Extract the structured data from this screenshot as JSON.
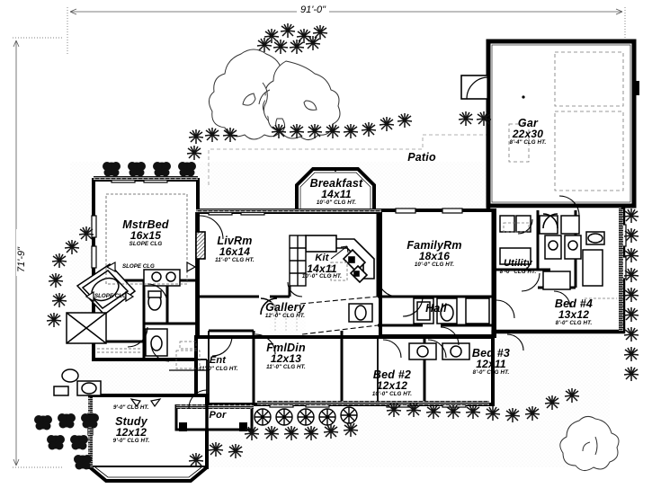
{
  "plan": {
    "title": "residential-floor-plan",
    "overall_width": "91'-0\"",
    "overall_depth": "71'-9\""
  },
  "rooms": [
    {
      "key": "garage",
      "name": "Gar",
      "dim": "22x30",
      "clg": "8'-4\" CLG HT."
    },
    {
      "key": "patio",
      "name": "Patio",
      "dim": "",
      "clg": ""
    },
    {
      "key": "breakfast",
      "name": "Breakfast",
      "dim": "14x11",
      "clg": "10'-0\" CLG HT."
    },
    {
      "key": "mstrbed",
      "name": "MstrBed",
      "dim": "16x15",
      "clg": "SLOPE CLG"
    },
    {
      "key": "livrm",
      "name": "LivRm",
      "dim": "16x14",
      "clg": "11'-0\" CLG HT."
    },
    {
      "key": "kit",
      "name": "Kit",
      "dim": "14x11",
      "clg": "10'-0\" CLG HT."
    },
    {
      "key": "familyrm",
      "name": "FamilyRm",
      "dim": "18x16",
      "clg": "10'-0\" CLG HT."
    },
    {
      "key": "utility",
      "name": "Utility",
      "dim": "",
      "clg": "8'-0\" CLG HT."
    },
    {
      "key": "bed4",
      "name": "Bed #4",
      "dim": "13x12",
      "clg": "8'-0\" CLG HT."
    },
    {
      "key": "gallery",
      "name": "Gallery",
      "dim": "",
      "clg": "12'-0\" CLG HT."
    },
    {
      "key": "hall",
      "name": "Hall",
      "dim": "",
      "clg": ""
    },
    {
      "key": "bed3",
      "name": "Bed #3",
      "dim": "12x11",
      "clg": "8'-0\" CLG HT."
    },
    {
      "key": "bed2",
      "name": "Bed #2",
      "dim": "12x12",
      "clg": "10'-0\" CLG HT."
    },
    {
      "key": "fmldin",
      "name": "FmlDin",
      "dim": "12x13",
      "clg": "11'-0\" CLG HT."
    },
    {
      "key": "ent",
      "name": "Ent",
      "dim": "",
      "clg": "11'-0\" CLG HT."
    },
    {
      "key": "por",
      "name": "Por",
      "dim": "",
      "clg": ""
    },
    {
      "key": "study",
      "name": "Study",
      "dim": "12x12",
      "clg": "9'-0\" CLG HT."
    }
  ],
  "notes": [
    {
      "key": "mbath-slope-1",
      "text": "SLOPE CLG"
    },
    {
      "key": "mbath-slope-2",
      "text": "SLOPE CLG"
    },
    {
      "key": "mbath-clg",
      "text": "9'-0\" CLG HT."
    }
  ],
  "colors": {
    "ink": "#000000",
    "paper": "#ffffff",
    "hatch": "#dddddd"
  }
}
